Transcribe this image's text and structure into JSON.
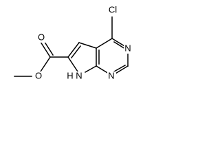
{
  "molecule": {
    "atoms": {
      "chlorine": "Cl",
      "pyrimidine_n_upper": "N",
      "pyrimidine_n_lower": "N",
      "pyrrole_nh": "H",
      "pyrrole_n": "N",
      "carbonyl_o": "O",
      "ester_o": "O"
    }
  },
  "colors": {
    "bond": "#000000",
    "label": "#000000",
    "background": "#ffffff"
  }
}
